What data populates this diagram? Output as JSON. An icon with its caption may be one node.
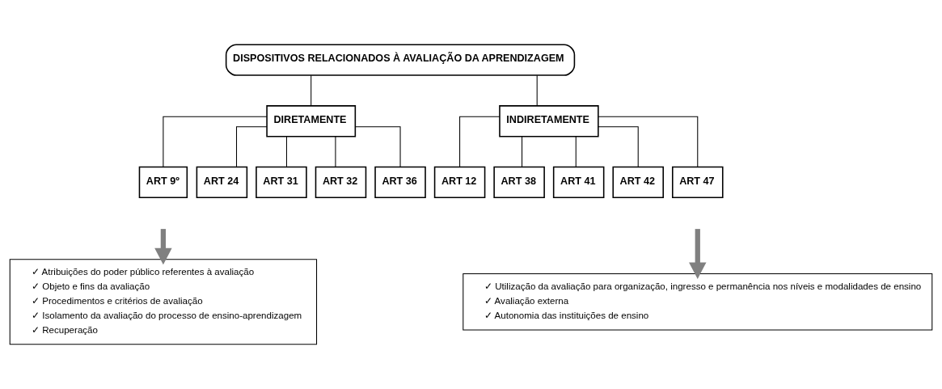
{
  "diagram": {
    "nodes": [
      {
        "text": [
          "DISPOSITIVOS RELACIONADOS À AVALIAÇÃO DA APRENDIZAGEM"
        ]
      },
      {
        "text": [
          "DIRETAMENTE"
        ]
      },
      {
        "text": [
          "INDIRETAMENTE"
        ]
      },
      {
        "text": [
          "ART 9º"
        ]
      },
      {
        "text": [
          "ART 24"
        ]
      },
      {
        "text": [
          "ART 31"
        ]
      },
      {
        "text": [
          "ART 32"
        ]
      },
      {
        "text": [
          "ART 36"
        ]
      },
      {
        "text": [
          "ART 12"
        ]
      },
      {
        "text": [
          "ART 38"
        ]
      },
      {
        "text": [
          "ART 41"
        ]
      },
      {
        "text": [
          "ART 42"
        ]
      },
      {
        "text": [
          "ART 47"
        ]
      },
      {
        "text": [
          "✓ Atribuições do poder público referentes à avaliação",
          "✓ Objeto e fins da avaliação",
          "✓ Procedimentos e critérios de avaliação",
          "✓ Isolamento da avaliação do processo de ensino-aprendizagem",
          "✓ Recuperação"
        ]
      },
      {
        "text": [
          "✓ Utilização da avaliação para organização, ingresso e permanência nos níveis e modalidades de ensino",
          "✓ Avaliação externa",
          "✓ Autonomia das instituições de ensino"
        ]
      }
    ],
    "edges": [
      {
        "from": 0,
        "to": 1,
        "arrow": "none"
      },
      {
        "from": 0,
        "to": 2,
        "arrow": "none"
      },
      {
        "from": 1,
        "to": 3,
        "arrow": "none"
      },
      {
        "from": 1,
        "to": 4,
        "arrow": "none"
      },
      {
        "from": 1,
        "to": 5,
        "arrow": "none"
      },
      {
        "from": 1,
        "to": 6,
        "arrow": "none"
      },
      {
        "from": 1,
        "to": 7,
        "arrow": "none"
      },
      {
        "from": 2,
        "to": 8,
        "arrow": "none"
      },
      {
        "from": 2,
        "to": 9,
        "arrow": "none"
      },
      {
        "from": 2,
        "to": 10,
        "arrow": "none"
      },
      {
        "from": 2,
        "to": 11,
        "arrow": "none"
      },
      {
        "from": 2,
        "to": 12,
        "arrow": "none"
      },
      {
        "from": null,
        "to": 13,
        "arrow": "to",
        "style": "thick",
        "color": "#808080"
      },
      {
        "from": null,
        "to": 14,
        "arrow": "to",
        "style": "thick",
        "color": "#808080"
      }
    ]
  }
}
